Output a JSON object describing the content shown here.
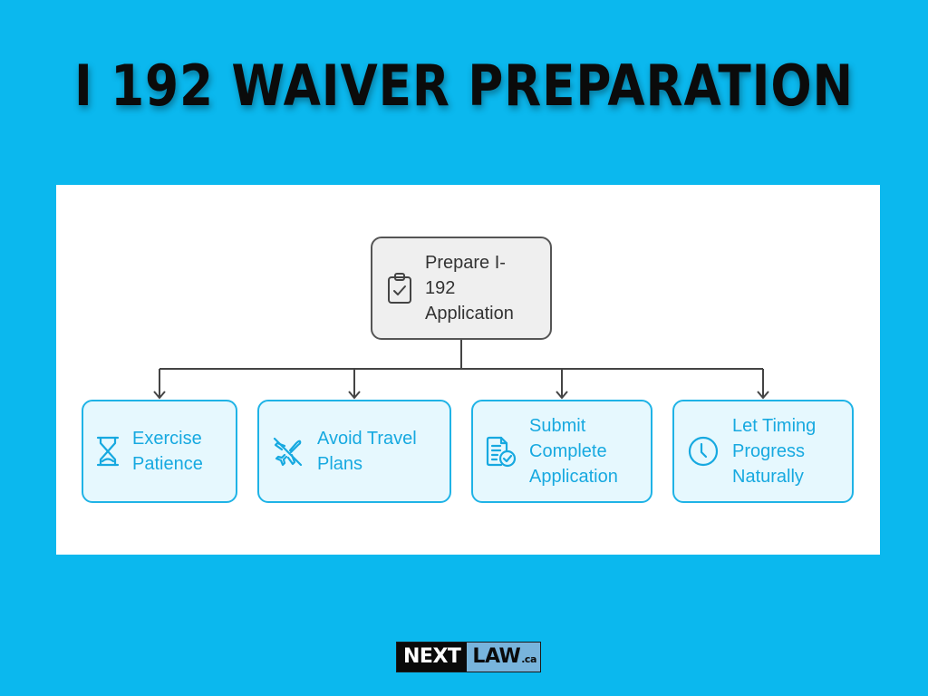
{
  "title": "I 192 WAIVER PREPARATION",
  "colors": {
    "background": "#0bb8ee",
    "panel": "#ffffff",
    "root_fill": "#efefef",
    "root_border": "#555555",
    "child_fill": "#e6f8fe",
    "child_border": "#1fb3e6",
    "child_text": "#17a9e0",
    "connector": "#444444"
  },
  "diagram": {
    "root": {
      "label": "Prepare I-192 Application",
      "lines": [
        "Prepare I-",
        "192",
        "Application"
      ],
      "icon": "clipboard-check-icon"
    },
    "children": [
      {
        "label": "Exercise Patience",
        "lines": [
          "Exercise",
          "Patience"
        ],
        "icon": "hourglass-icon"
      },
      {
        "label": "Avoid Travel Plans",
        "lines": [
          "Avoid Travel",
          "Plans"
        ],
        "icon": "plane-off-icon"
      },
      {
        "label": "Submit Complete Application",
        "lines": [
          "Submit",
          "Complete",
          "Application"
        ],
        "icon": "document-check-icon"
      },
      {
        "label": "Let Timing Progress Naturally",
        "lines": [
          "Let Timing",
          "Progress",
          "Naturally"
        ],
        "icon": "clock-icon"
      }
    ]
  },
  "logo": {
    "part1": "NEXT",
    "part2": "LAW",
    "suffix": ".ca"
  }
}
